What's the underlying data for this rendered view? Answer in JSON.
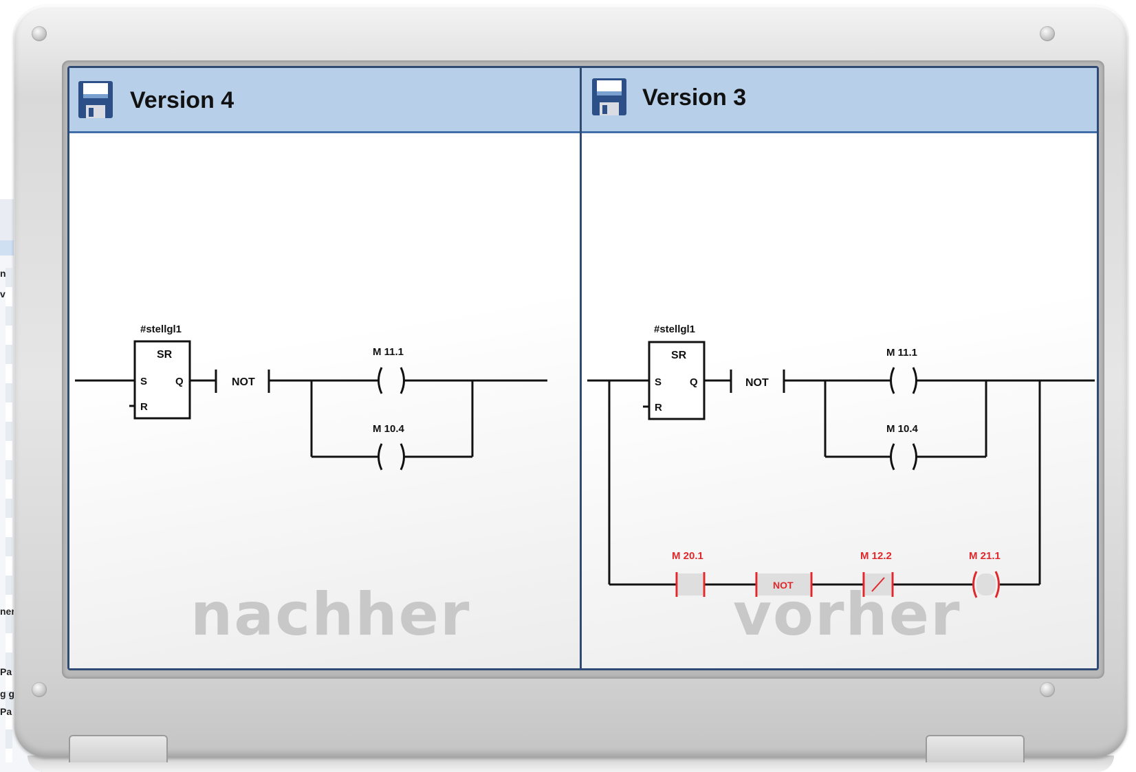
{
  "background_window": {
    "fragments": [
      "n",
      "v",
      "ner",
      "Pa",
      "g gi",
      "Pa"
    ]
  },
  "panels": {
    "left": {
      "title": "Version 4",
      "watermark": "nachher",
      "block_name": "#stellgl1",
      "block_type": "SR",
      "pin_s": "S",
      "pin_r": "R",
      "pin_q": "Q",
      "not_label": "NOT",
      "coil1": "M 11.1",
      "coil2": "M 10.4"
    },
    "right": {
      "title": "Version 3",
      "watermark": "vorher",
      "block_name": "#stellgl1",
      "block_type": "SR",
      "pin_s": "S",
      "pin_r": "R",
      "pin_q": "Q",
      "not_label": "NOT",
      "coil1": "M 11.1",
      "coil2": "M 10.4",
      "diff_contact1": "M 20.1",
      "diff_not": "NOT",
      "diff_contact2": "M 12.2",
      "diff_coil": "M 21.1"
    }
  },
  "colors": {
    "header_bg": "#b7cfe9",
    "frame": "#2f4a73",
    "diff_red": "#e0282c",
    "watermark": "#c8c8c8"
  },
  "icons": {
    "panel_icon": "floppy-disk-icon"
  }
}
